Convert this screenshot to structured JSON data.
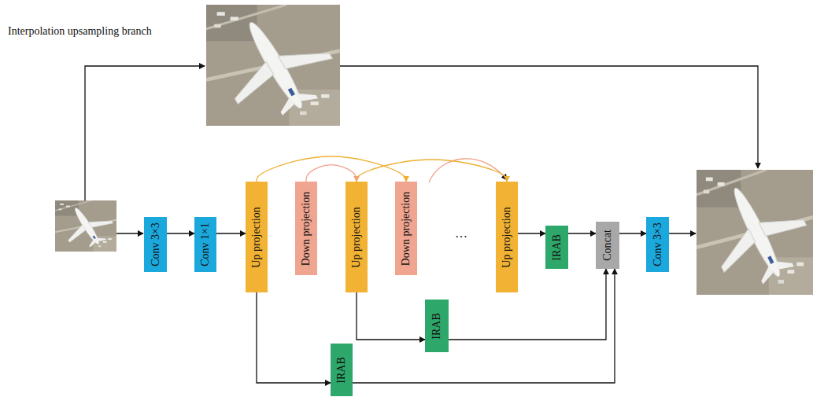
{
  "diagram": {
    "nodes": [
      {
        "text": [
          "Conv 3×3"
        ]
      },
      {
        "text": [
          "Conv 1×1"
        ]
      },
      {
        "text": [
          "Up projection"
        ]
      },
      {
        "text": [
          "Down projection"
        ]
      },
      {
        "text": [
          "Up projection"
        ]
      },
      {
        "text": [
          "Down projection"
        ]
      },
      {
        "text": [
          "Up projection"
        ]
      },
      {
        "text": [
          "IRAB"
        ]
      },
      {
        "text": [
          "Concat"
        ]
      },
      {
        "text": [
          "Conv 3×3"
        ]
      },
      {
        "text": [
          "IRAB"
        ]
      },
      {
        "text": [
          "IRAB"
        ]
      }
    ],
    "edges": [
      {
        "from": 0,
        "to": 1,
        "arrow": "to"
      },
      {
        "from": 1,
        "to": 2,
        "arrow": "to"
      },
      {
        "from": 6,
        "to": 7,
        "arrow": "to"
      },
      {
        "from": 7,
        "to": 8,
        "arrow": "to"
      },
      {
        "from": 8,
        "to": 9,
        "arrow": "to"
      },
      {
        "from": 2,
        "to": 5,
        "arrow": "to"
      },
      {
        "from": 3,
        "to": 4,
        "arrow": "to"
      },
      {
        "from": 4,
        "to": 6,
        "arrow": "to"
      },
      {
        "from": 2,
        "to": 11,
        "arrow": "to"
      },
      {
        "from": 11,
        "to": 8,
        "arrow": "to"
      },
      {
        "from": 4,
        "to": 10,
        "arrow": "to"
      },
      {
        "from": 10,
        "to": 8,
        "arrow": "to"
      }
    ],
    "labels": [
      "Interpolation upsampling branch",
      "…"
    ]
  }
}
